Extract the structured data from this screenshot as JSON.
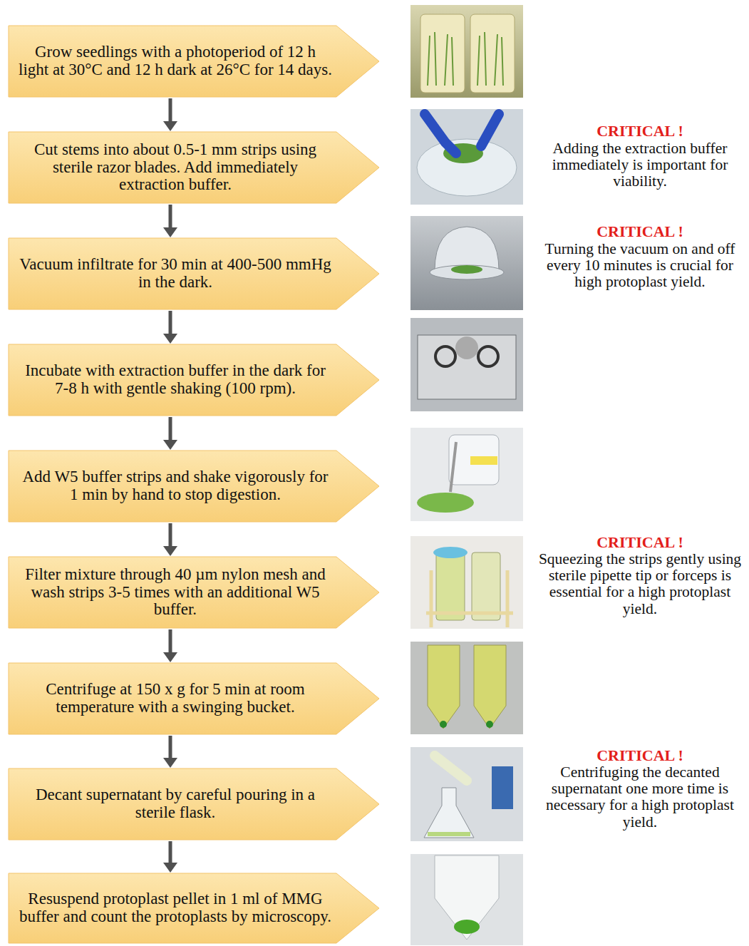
{
  "diagram": {
    "nodes": [
      {
        "text": [
          "Grow seedlings with a photoperiod of 12 h light at 30°C and 12 h dark at 26°C for 14 days."
        ]
      },
      {
        "text": [
          "Cut stems into about 0.5-1 mm strips using sterile razor blades. Add immediately extraction buffer."
        ]
      },
      {
        "text": [
          "Vacuum infiltrate for 30 min at 400-500 mmHg in the dark."
        ]
      },
      {
        "text": [
          "Incubate with extraction buffer in the dark for 7-8 h with gentle shaking (100 rpm)."
        ]
      },
      {
        "text": [
          "Add W5 buffer strips and shake vigorously for 1 min by hand to stop digestion."
        ]
      },
      {
        "text": [
          "Filter mixture through 40 µm nylon mesh and wash strips 3-5 times with an additional W5 buffer."
        ]
      },
      {
        "text": [
          "Centrifuge at 150 x g for 5 min at room temperature with a swinging bucket."
        ]
      },
      {
        "text": [
          "Decant supernatant by careful pouring in a sterile flask."
        ]
      },
      {
        "text": [
          "Resuspend protoplast pellet in 1 ml of MMG buffer and count the protoplasts by microscopy."
        ]
      }
    ],
    "edges": [
      {
        "from": 0,
        "to": 1,
        "arrow": "to"
      },
      {
        "from": 1,
        "to": 2,
        "arrow": "to"
      },
      {
        "from": 2,
        "to": 3,
        "arrow": "to"
      },
      {
        "from": 3,
        "to": 4,
        "arrow": "to"
      },
      {
        "from": 4,
        "to": 5,
        "arrow": "to"
      },
      {
        "from": 5,
        "to": 6,
        "arrow": "to"
      },
      {
        "from": 6,
        "to": 7,
        "arrow": "to"
      },
      {
        "from": 7,
        "to": 8,
        "arrow": "to"
      }
    ],
    "labels": [
      "CRITICAL !",
      "Adding the extraction buffer immediately is important for viability.",
      "CRITICAL !",
      "Turning the vacuum on and off every 10 minutes is crucial for high protoplast yield.",
      "CRITICAL !",
      "Squeezing the strips gently using sterile pipette tip or forceps is essential for a high protoplast yield.",
      "CRITICAL !",
      "Centrifuging the decanted supernatant one more time is necessary for a high protoplast yield."
    ]
  }
}
